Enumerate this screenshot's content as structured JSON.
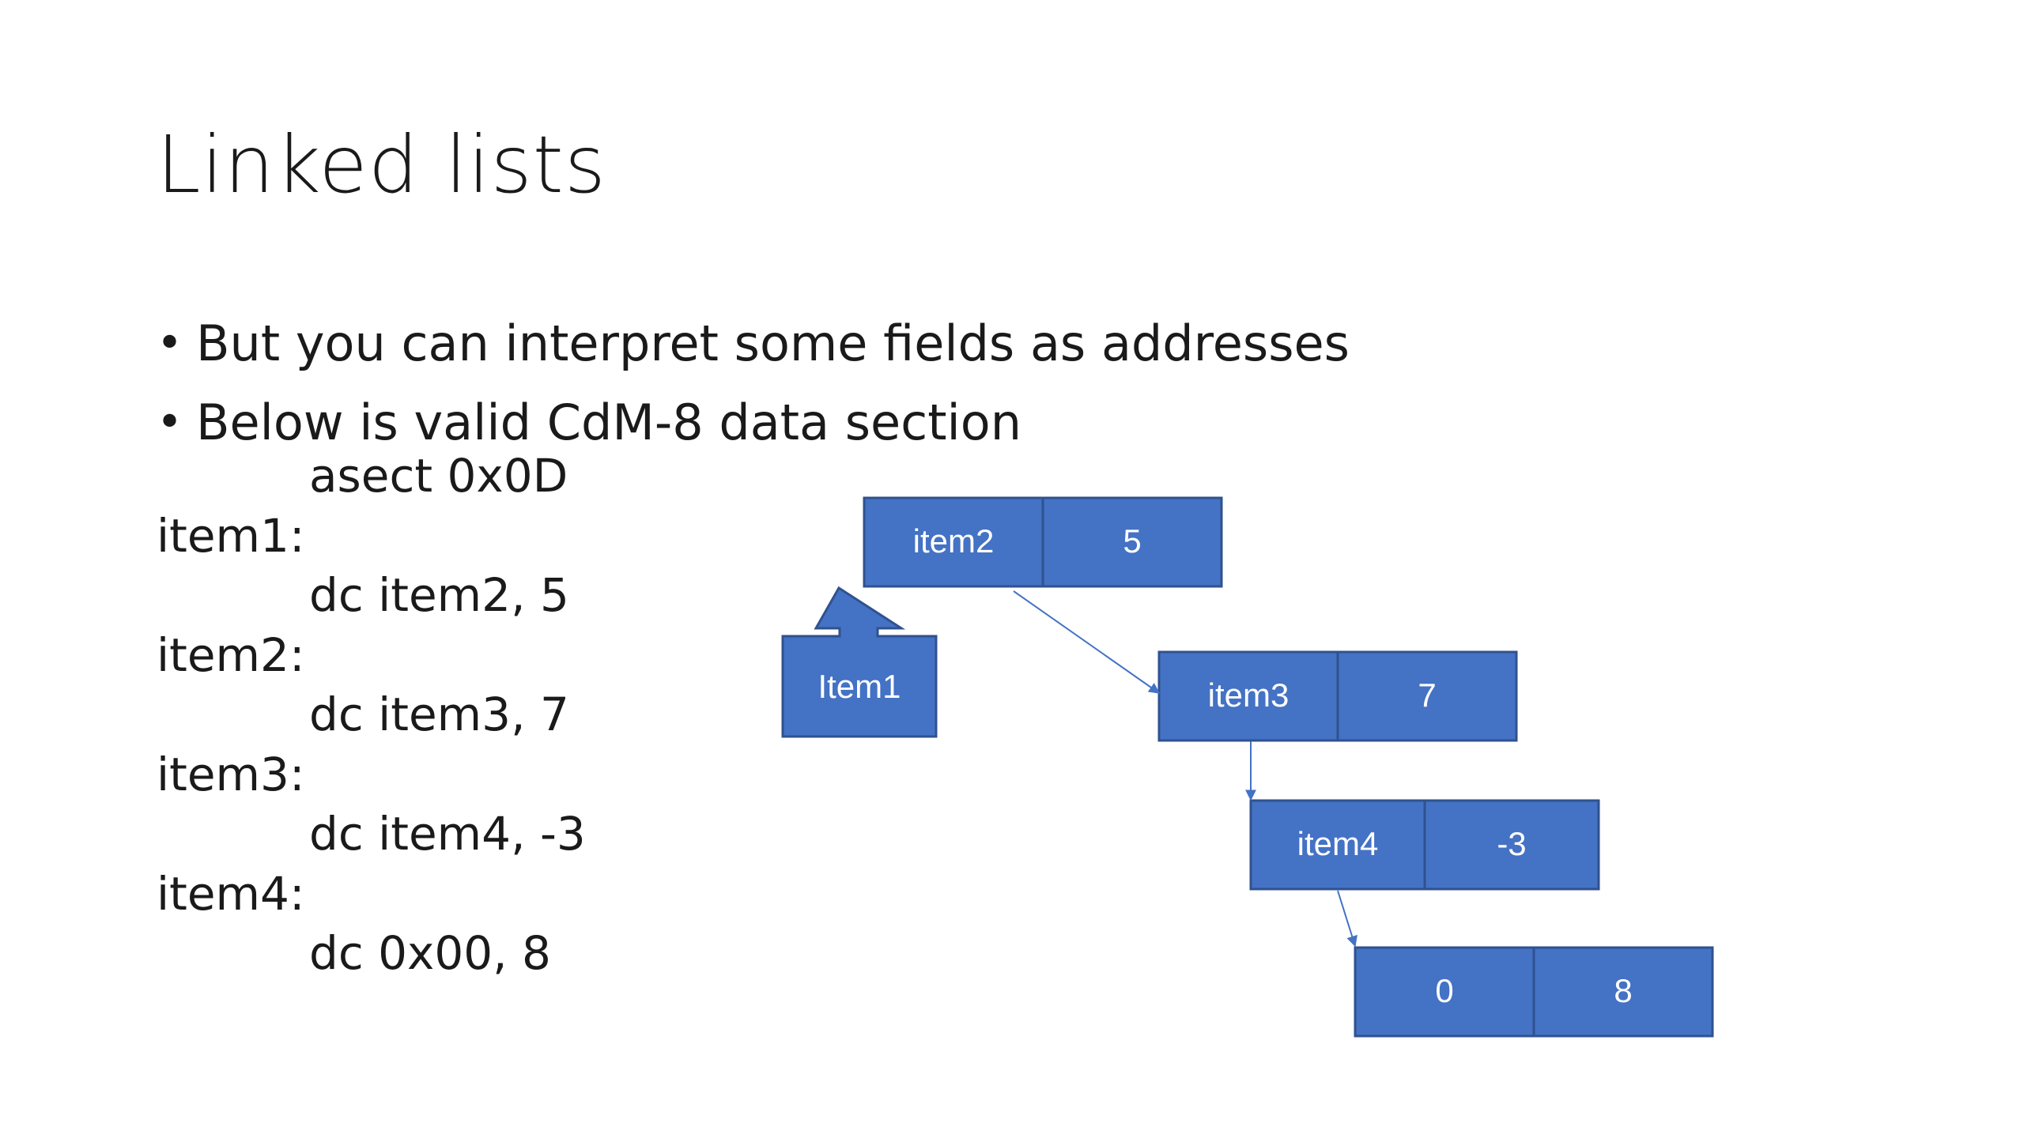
{
  "slide": {
    "title": "Linked lists",
    "bullets": [
      "But you can interpret some fields as addresses",
      "Below is valid CdM-8 data section"
    ],
    "code_lines": [
      {
        "text": "asect 0x0D",
        "kind": "instr"
      },
      {
        "text": "item1:",
        "kind": "label"
      },
      {
        "text": "dc item2, 5",
        "kind": "instr"
      },
      {
        "text": "item2:",
        "kind": "label"
      },
      {
        "text": "dc item3, 7",
        "kind": "instr"
      },
      {
        "text": "item3:",
        "kind": "label"
      },
      {
        "text": "dc item4, -3",
        "kind": "instr"
      },
      {
        "text": "item4:",
        "kind": "label"
      },
      {
        "text": "dc 0x00, 8",
        "kind": "instr"
      }
    ]
  },
  "diagram": {
    "pointer_label": "Item1",
    "nodes": [
      {
        "address": "item2",
        "value": "5"
      },
      {
        "address": "item3",
        "value": "7"
      },
      {
        "address": "item4",
        "value": "-3"
      },
      {
        "address": "0",
        "value": "8"
      }
    ],
    "colors": {
      "fill": "#4472c4",
      "border": "#2f528f",
      "arrow": "#4472c4"
    }
  }
}
